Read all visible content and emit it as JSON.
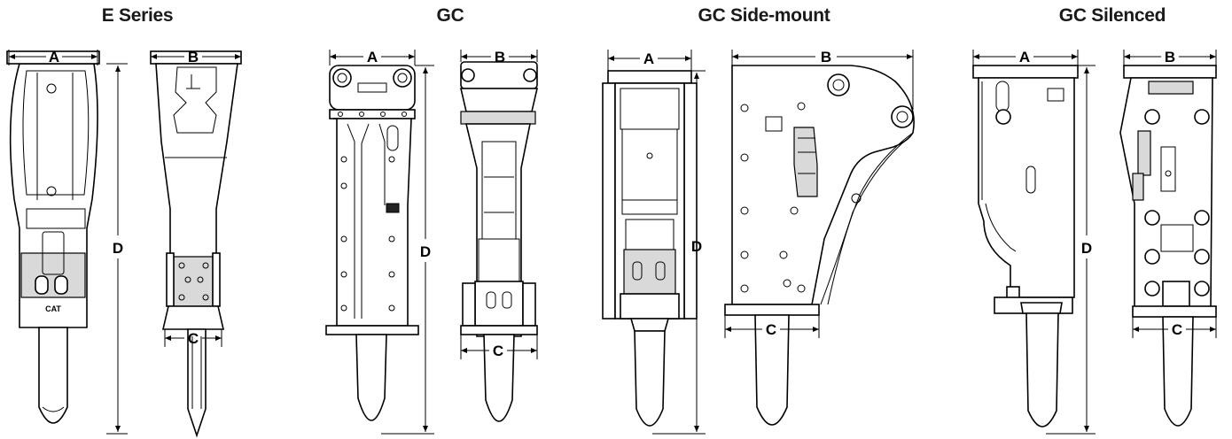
{
  "series": [
    {
      "title": "E Series",
      "views": [
        {
          "dims": [
            "A",
            "D"
          ]
        },
        {
          "dims": [
            "B",
            "C"
          ]
        }
      ]
    },
    {
      "title": "GC",
      "views": [
        {
          "dims": [
            "A",
            "D"
          ]
        },
        {
          "dims": [
            "B",
            "C"
          ]
        }
      ]
    },
    {
      "title": "GC Side-mount",
      "views": [
        {
          "dims": [
            "A",
            "D"
          ]
        },
        {
          "dims": [
            "B",
            "C"
          ]
        }
      ]
    },
    {
      "title": "GC Silenced",
      "views": [
        {
          "dims": [
            "A",
            "D"
          ]
        },
        {
          "dims": [
            "B",
            "C"
          ]
        }
      ]
    }
  ]
}
